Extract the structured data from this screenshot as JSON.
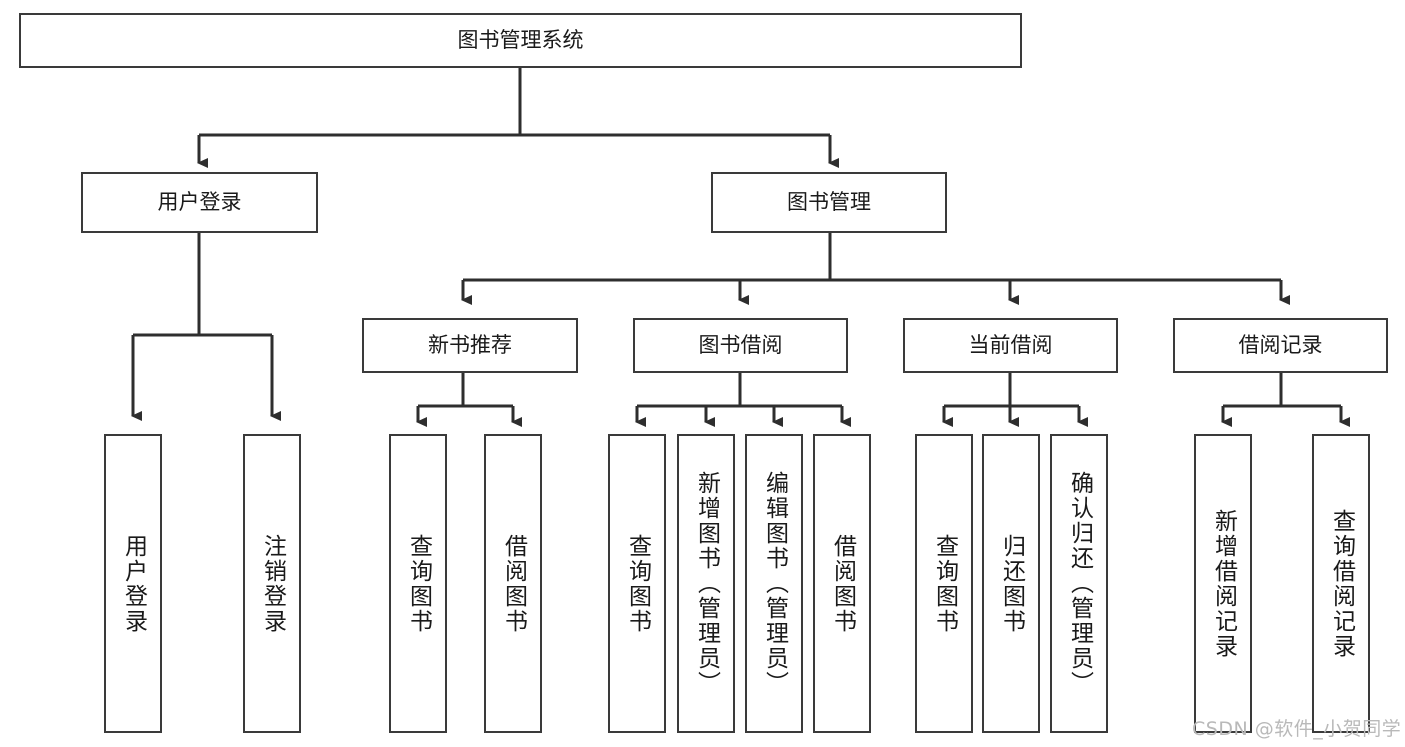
{
  "diagram": {
    "title": "图书管理系统",
    "type": "hierarchy-tree",
    "colors": {
      "background": "#ffffff",
      "box_border": "#3a3a3a",
      "box_fill": "#ffffff",
      "connector": "#2e2e2e",
      "text": "#1a1a1a",
      "watermark": "#b9b9b9"
    }
  },
  "root": {
    "label": "图书管理系统"
  },
  "level1": [
    {
      "label": "用户登录"
    },
    {
      "label": "图书管理"
    }
  ],
  "level2": [
    {
      "label": "新书推荐"
    },
    {
      "label": "图书借阅"
    },
    {
      "label": "当前借阅"
    },
    {
      "label": "借阅记录"
    }
  ],
  "leaves": {
    "user_login": [
      {
        "label": "用户登录"
      },
      {
        "label": "注销登录"
      }
    ],
    "new_book_recommend": [
      {
        "label": "查询图书"
      },
      {
        "label": "借阅图书"
      }
    ],
    "book_borrow": [
      {
        "label": "查询图书"
      },
      {
        "label": "新增图书（管理员）"
      },
      {
        "label": "编辑图书（管理员）"
      },
      {
        "label": "借阅图书"
      }
    ],
    "current_borrow": [
      {
        "label": "查询图书"
      },
      {
        "label": "归还图书"
      },
      {
        "label": "确认归还（管理员）"
      }
    ],
    "borrow_record": [
      {
        "label": "新增借阅记录"
      },
      {
        "label": "查询借阅记录"
      }
    ]
  },
  "watermark": {
    "text": "CSDN @软件_小贺同学"
  }
}
